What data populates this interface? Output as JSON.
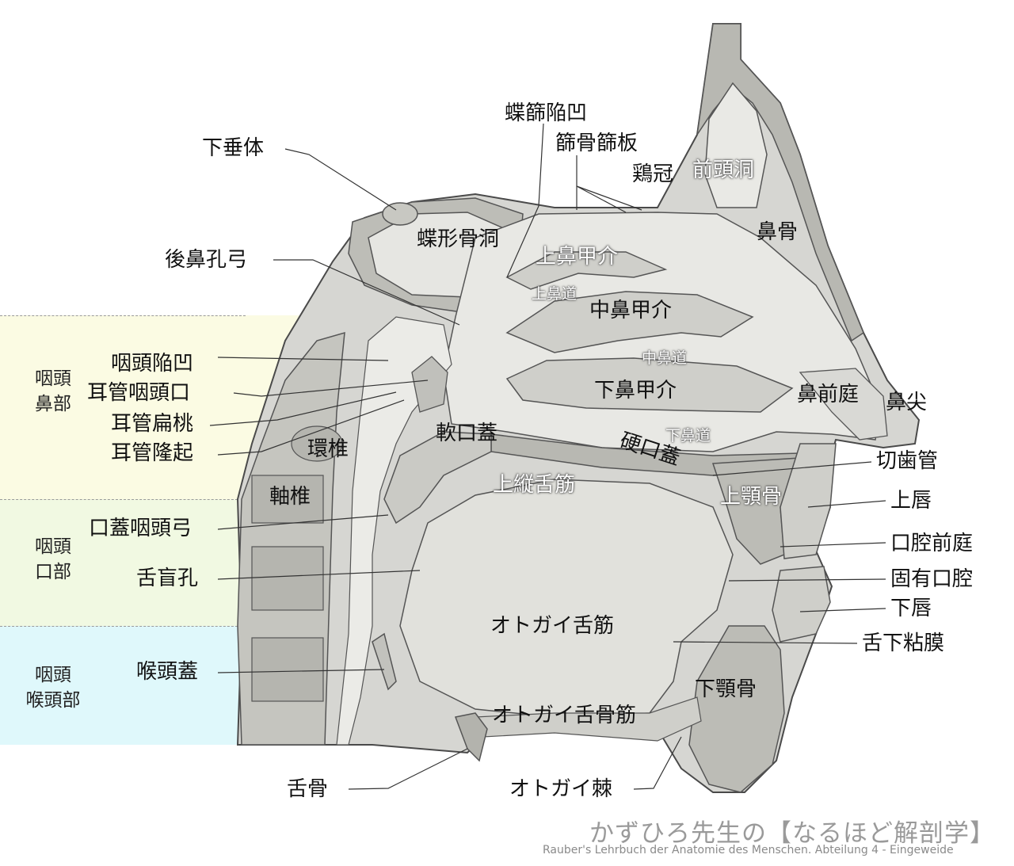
{
  "regions": {
    "nasopharynx_line1": "咽頭",
    "nasopharynx_line2": "鼻部",
    "oropharynx_line1": "咽頭",
    "oropharynx_line2": "口部",
    "laryngopharynx_line1": "咽頭",
    "laryngopharynx_line2": "喉頭部"
  },
  "labels": {
    "hypophysis": "下垂体",
    "sphenoethmoidal_recess": "蝶篩陥凹",
    "cribriform_plate": "篩骨篩板",
    "crista_galli": "鶏冠",
    "frontal_sinus": "前頭洞",
    "sphenoid_sinus": "蝶形骨洞",
    "nasal_bone": "鼻骨",
    "choanal_arch": "後鼻孔弓",
    "superior_concha": "上鼻甲介",
    "superior_meatus": "上鼻道",
    "middle_concha": "中鼻甲介",
    "middle_meatus": "中鼻道",
    "pharyngeal_recess": "咽頭陥凹",
    "tubal_orifice": "耳管咽頭口",
    "tubal_tonsil": "耳管扁桃",
    "torus_tubarius": "耳管隆起",
    "inferior_concha": "下鼻甲介",
    "nasal_vestibule": "鼻前庭",
    "nasal_tip": "鼻尖",
    "soft_palate": "軟口蓋",
    "inferior_meatus": "下鼻道",
    "atlas": "環椎",
    "hard_palate": "硬口蓋",
    "incisive_canal": "切歯管",
    "superior_longitudinal_muscle": "上縦舌筋",
    "axis": "軸椎",
    "maxilla": "上顎骨",
    "upper_lip": "上唇",
    "palatopharyngeal_arch": "口蓋咽頭弓",
    "oral_vestibule": "口腔前庭",
    "foramen_cecum": "舌盲孔",
    "oral_cavity_proper": "固有口腔",
    "lower_lip": "下唇",
    "genioglossus": "オトガイ舌筋",
    "sublingual_mucosa": "舌下粘膜",
    "epiglottis": "喉頭蓋",
    "mandible": "下顎骨",
    "geniohyoid": "オトガイ舌骨筋",
    "hyoid": "舌骨",
    "mental_spine": "オトガイ棘"
  },
  "credit": {
    "title": "かずひろ先生の【なるほど解剖学】",
    "source": "Rauber's Lehrbuch der Anatomie des Menschen. Abteilung 4 - Eingeweide"
  },
  "colors": {
    "nasopharynx_band": "#fbfbe3",
    "oropharynx_band": "#f1f9e2",
    "laryngopharynx_band": "#dff8fb",
    "tissue": "#d4d4d0",
    "bone": "#b9b9b3",
    "cavity": "#e8e8e4",
    "muscle": "#e1e1dc"
  }
}
